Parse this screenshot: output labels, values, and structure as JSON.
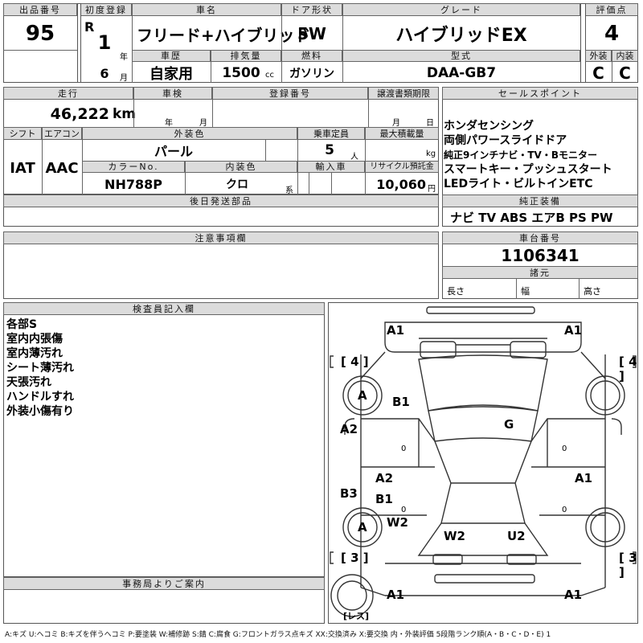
{
  "headers": {
    "lot": "出品番号",
    "first_reg": "初度登録",
    "car_name": "車名",
    "door": "ドア形状",
    "grade": "グレード",
    "score": "評価点",
    "history": "車歴",
    "displacement": "排気量",
    "fuel": "燃料",
    "model_code": "型式",
    "exterior": "外装",
    "interior": "内装",
    "mileage": "走行",
    "inspection": "車検",
    "reg_number": "登録番号",
    "transfer_deadline": "譲渡書類期限",
    "shift": "シフト",
    "aircon": "エアコン",
    "exterior_color": "外装色",
    "capacity": "乗車定員",
    "max_load": "最大積載量",
    "color_no": "カラーNo.",
    "interior_color": "内装色",
    "import": "輸入車",
    "recycle_fee": "リサイクル預託金",
    "later_parts": "後日発送部品",
    "notes": "注意事項欄",
    "selling_points": "セールスポイント",
    "genuine_equipment": "純正装備",
    "chassis_no": "車台番号",
    "specs": "諸元",
    "inspector_notes": "検査員記入欄",
    "office_notice": "事務局よりご案内"
  },
  "vehicle": {
    "lot_number": "95",
    "era_letter": "R",
    "reg_year": "1",
    "year_unit": "年",
    "reg_month": "6",
    "month_unit": "月",
    "name": "フリード+ハイブリッド",
    "doors": "5W",
    "grade": "ハイブリッドEX",
    "score": "4",
    "history": "自家用",
    "displacement": "1500",
    "displacement_unit": "cc",
    "fuel": "ガソリン",
    "model_code": "DAA-GB7",
    "exterior_grade": "C",
    "interior_grade": "C",
    "mileage": "46,222",
    "mileage_unit": "km",
    "inspection_year_unit": "年",
    "inspection_month_unit": "月",
    "transfer_month_unit": "月",
    "transfer_day_unit": "日",
    "shift": "IAT",
    "aircon": "AAC",
    "exterior_color": "パール",
    "capacity": "5",
    "capacity_unit": "人",
    "load_unit": "kg",
    "color_no": "NH788P",
    "interior_color": "クロ",
    "interior_color_suffix": "系",
    "recycle_fee": "10,060",
    "recycle_unit": "円",
    "chassis_no": "1106341",
    "length_label": "長さ",
    "width_label": "幅",
    "height_label": "高さ"
  },
  "selling_points": [
    "ホンダセンシング",
    "両側パワースライドドア",
    "純正9インチナビ・TV・Bモニター",
    "スマートキー・プッシュスタート",
    "LEDライト・ビルトインETC"
  ],
  "genuine_equipment": "ナビ TV ABS エアB PS PW",
  "inspector_notes": [
    "各部S",
    "室内内張傷",
    "室内薄汚れ",
    "シート薄汚れ",
    "天張汚れ",
    "ハンドルすれ",
    "外装小傷有り"
  ],
  "diagram": {
    "marks": {
      "front_left": "A1",
      "front_right": "A1",
      "tire_fl": "4",
      "tire_fr": "4",
      "wheel_fl": "A",
      "hood": "B1",
      "roof": "G",
      "left_front_door": "A2",
      "left_rear_door": "B3",
      "center_a2": "A2",
      "center_b1": "B1",
      "right_rear_door": "A1",
      "wheel_rl": "A",
      "rear_w2": "W2",
      "tail_w2": "W2",
      "tail_u2": "U2",
      "tire_rl": "3",
      "tire_rr": "3",
      "rear_left": "A1",
      "rear_right": "A1",
      "spare": "レス",
      "door_zero_left": "0",
      "door_zero_right": "0",
      "rear_zero_left": "0",
      "rear_zero_right": "0"
    }
  },
  "legend": "A:キズ U:ヘコミ B:キズを伴うヘコミ P:要塗装 W:補修跡 S:錆 C:腐食 G:フロントガラス点キズ XX:交換済み X:要交換 内・外装評価 5段階ランク順(A・B・C・D・E) 1"
}
